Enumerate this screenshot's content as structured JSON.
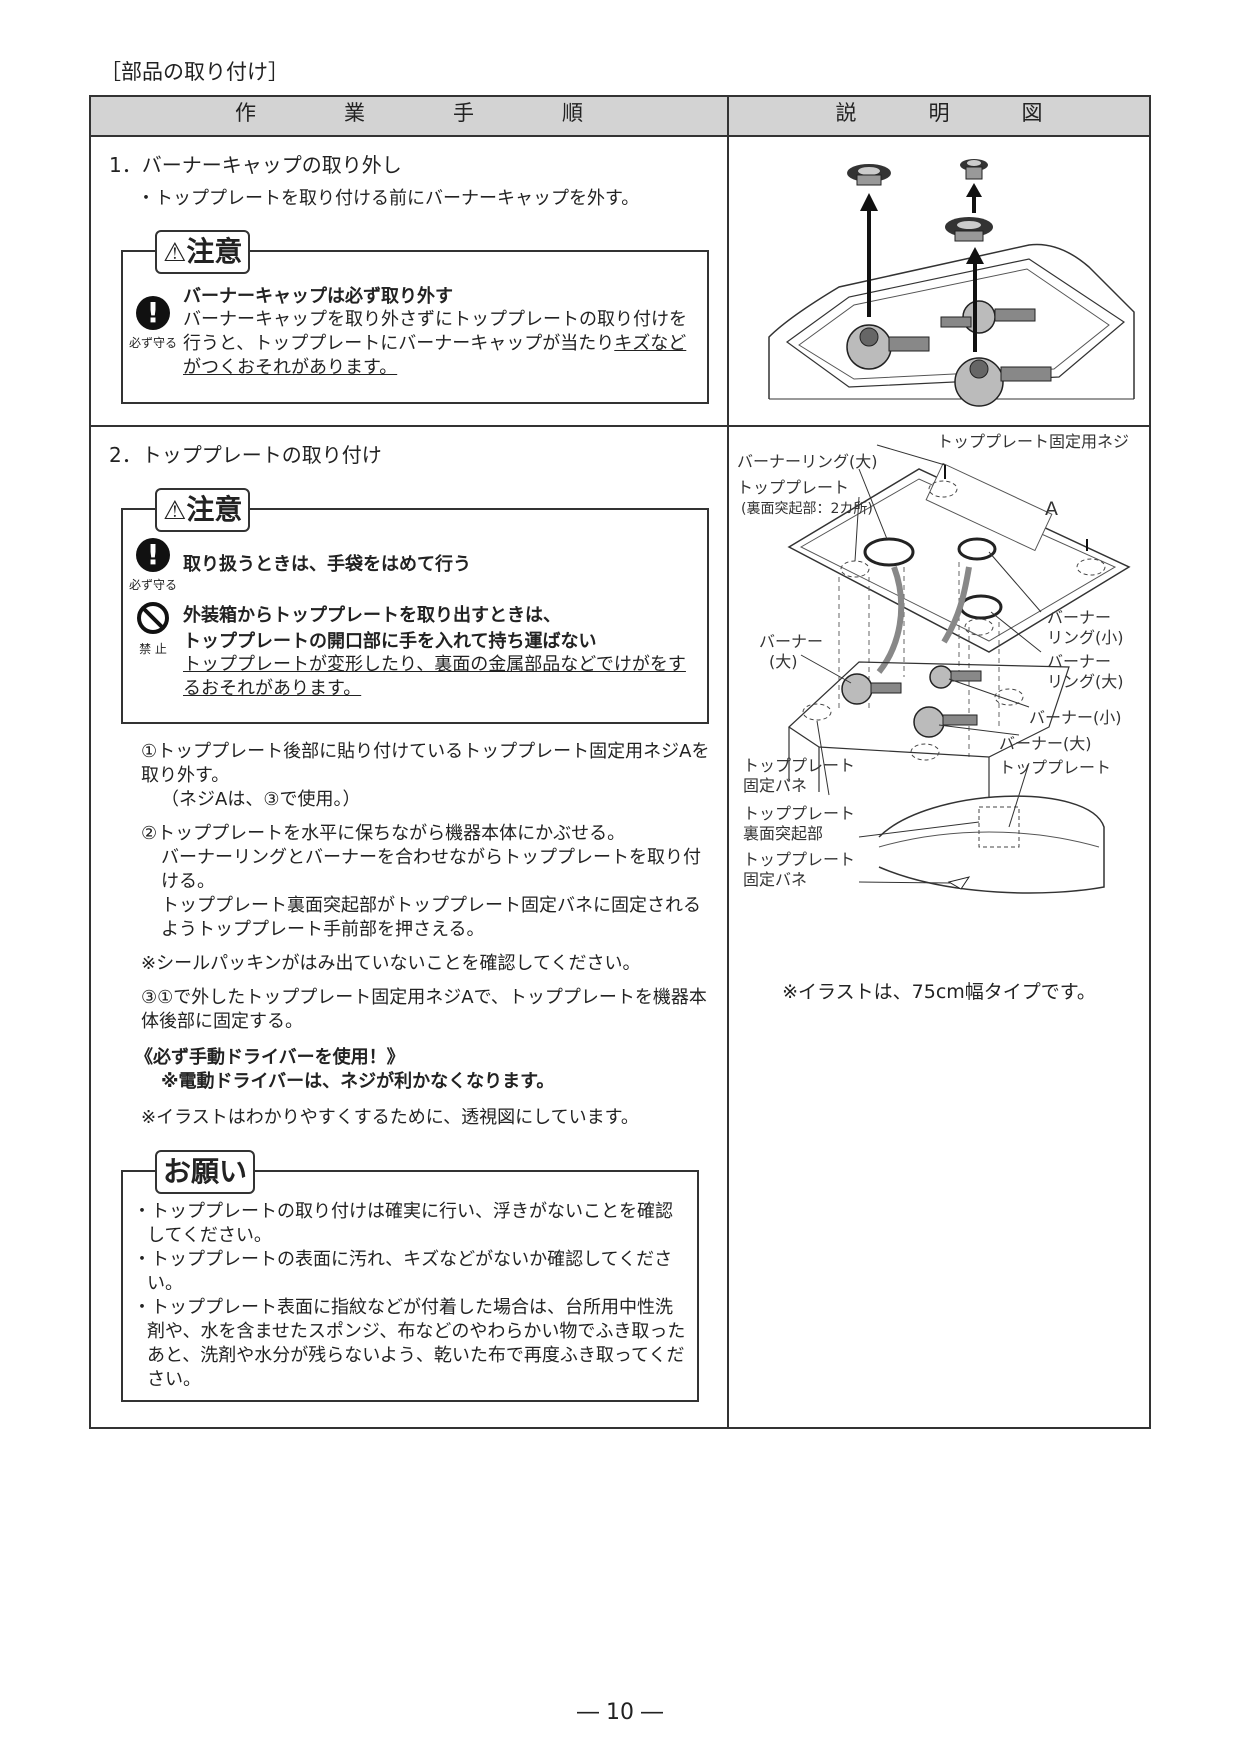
{
  "section_title": "［部品の取り付け］",
  "table_headers": {
    "left": [
      "作",
      "業",
      "手",
      "順"
    ],
    "right": [
      "説",
      "明",
      "図"
    ]
  },
  "step1": {
    "title": "1．バーナーキャップの取り外し",
    "bullet": "・トッププレートを取り付ける前にバーナーキャップを外す。",
    "caution_label": "注意",
    "caution_icon_caption": "必ず守る",
    "caution_heading": "バーナーキャップは必ず取り外す",
    "caution_text_1": "バーナーキャップを取り外さずにトッププレートの取り付けを行うと、トッププレートにバーナーキャップが当たり",
    "caution_text_ul": "キズなどがつくおそれがあります。"
  },
  "step2": {
    "title": "2．トッププレートの取り付け",
    "caution_label": "注意",
    "caution_icon1_caption": "必ず守る",
    "caution_line1": "取り扱うときは、手袋をはめて行う",
    "caution_icon2_caption": "禁 止",
    "caution_line2a": "外装箱からトッププレートを取り出すときは、",
    "caution_line2b": "トッププレートの開口部に手を入れて持ち運ばない",
    "caution_line2c": "トッププレートが変形したり、裏面の金属部品などでけがをするおそれがあります。",
    "item1_main": "①トッププレート後部に貼り付けているトッププレート固定用ネジAを取り外す。",
    "item1_sub": "（ネジAは、③で使用。）",
    "item2_main": "②トッププレートを水平に保ちながら機器本体にかぶせる。",
    "item2_sub1": "バーナーリングとバーナーを合わせながらトッププレートを取り付ける。",
    "item2_sub2": "トッププレート裏面突起部がトッププレート固定バネに固定されるようトッププレート手前部を押さえる。",
    "note_seal": "※シールパッキンがはみ出ていないことを確認してください。",
    "item3": "③①で外したトッププレート固定用ネジAで、トッププレートを機器本体後部に固定する。",
    "driver_1": "《必ず手動ドライバーを使用！》",
    "driver_2": "※電動ドライバーは、ネジが利かなくなります。",
    "note_illust": "※イラストはわかりやすくするために、透視図にしています。",
    "request_label": "お願い",
    "request_items": [
      "・トッププレートの取り付けは確実に行い、浮きがないことを確認してください。",
      "・トッププレートの表面に汚れ、キズなどがないか確認してください。",
      "・トッププレート表面に指紋などが付着した場合は、台所用中性洗剤や、水を含ませたスポンジ、布などのやわらかい物でふき取ったあと、洗剤や水分が残らないよう、乾いた布で再度ふき取ってください。"
    ]
  },
  "diagram2_labels": {
    "screw": "トッププレート固定用ネジ",
    "ring_large": "バーナーリング(大)",
    "top_plate_1": "トッププレート",
    "top_plate_1_sub": "(裏面突起部：2カ所)",
    "a_mark": "A",
    "burner_large_left_1": "バーナー",
    "burner_large_left_2": "(大)",
    "ring_small_1": "バーナー",
    "ring_small_2": "リング(小)",
    "ring_large_r_1": "バーナー",
    "ring_large_r_2": "リング(大)",
    "burner_small": "バーナー(小)",
    "burner_large_r": "バーナー(大)",
    "top_plate_r": "トッププレート",
    "spring_1a": "トッププレート",
    "spring_1b": "固定バネ",
    "protrusion_a": "トッププレート",
    "protrusion_b": "裏面突起部",
    "spring_2a": "トッププレート",
    "spring_2b": "固定バネ",
    "caption": "※イラストは、75cm幅タイプです。"
  },
  "page_number": "― 10 ―"
}
